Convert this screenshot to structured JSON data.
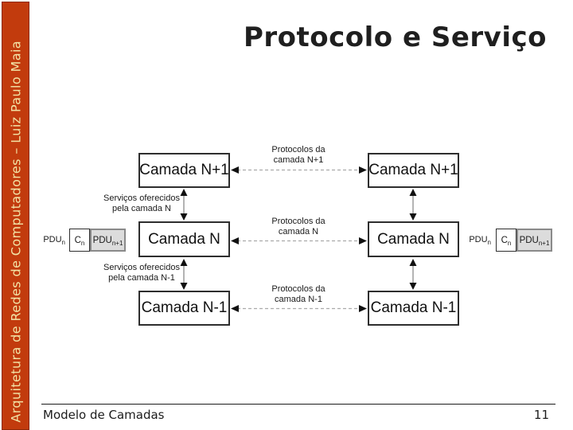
{
  "sidebar": {
    "text": "Arquitetura de Redes de Computadores – Luiz Paulo Maia"
  },
  "title": "Protocolo e Serviço",
  "footer": {
    "section": "Modelo de Camadas",
    "page": "11"
  },
  "colors": {
    "sidebar_bg": "#c23b0d",
    "sidebar_text": "#f2e3a6",
    "pdu_fill": "#dcdcdc",
    "box_border": "#2e2e2e",
    "dashed_line": "#aaaaaa"
  },
  "diagram": {
    "layers": [
      {
        "left_box": "Camada N+1",
        "right_box": "Camada N+1",
        "protocol_line1": "Protocolos da",
        "protocol_line2": "camada N+1"
      },
      {
        "left_box": "Camada N",
        "right_box": "Camada N",
        "protocol_line1": "Protocolos da",
        "protocol_line2": "camada N"
      },
      {
        "left_box": "Camada N-1",
        "right_box": "Camada N-1",
        "protocol_line1": "Protocolos da",
        "protocol_line2": "camada N-1"
      }
    ],
    "service_labels": [
      {
        "line1": "Serviços oferecidos",
        "line2": "pela camada N"
      },
      {
        "line1": "Serviços oferecidos",
        "line2": "pela camada N-1"
      }
    ],
    "pdu": {
      "unit": "PDU",
      "unit_sub": "n",
      "header": "C",
      "header_sub": "n",
      "payload": "PDU",
      "payload_sub": "n+1"
    }
  }
}
